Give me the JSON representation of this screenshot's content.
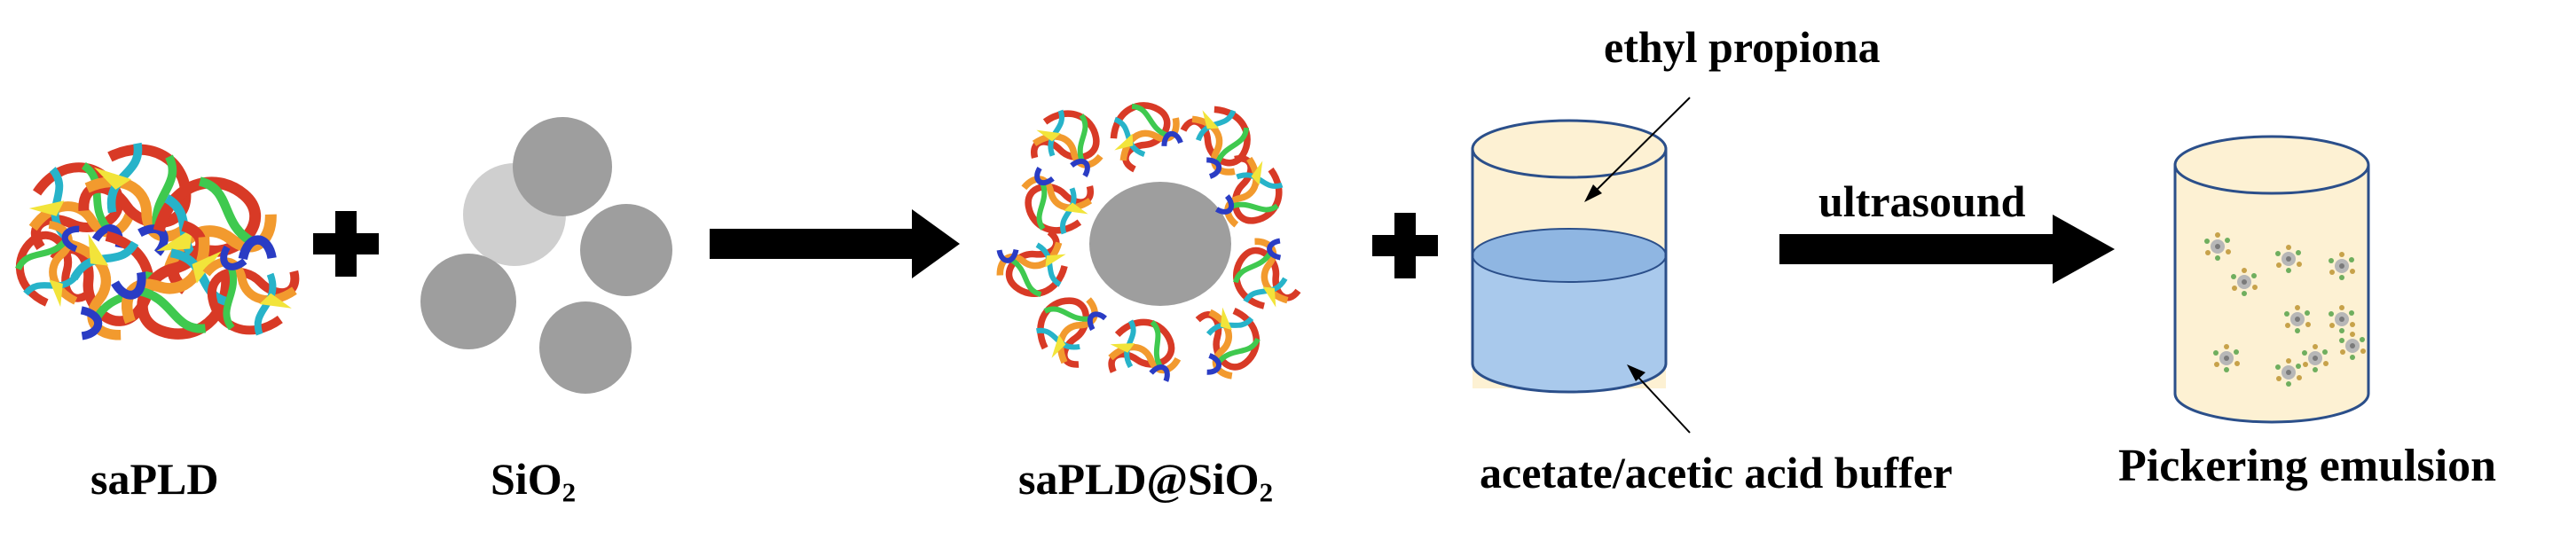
{
  "labels": {
    "sapld": "saPLD",
    "sio2_base": "SiO",
    "sio2_sub": "2",
    "complex_base": "saPLD@SiO",
    "complex_sub": "2",
    "oil": "ethyl propiona",
    "buffer": "acetate/acetic acid buffer",
    "process": "ultrasound",
    "product": "Pickering emulsion"
  },
  "colors": {
    "silica": "#9e9e9e",
    "silica_light": "#cfcfcf",
    "oil_phase": "#fdf1d3",
    "aqueous_phase": "#a9c9ec",
    "aqueous_top": "#8fb6e2",
    "arrow": "#000000",
    "protein_palette": [
      "#2a3cc4",
      "#27b3c9",
      "#3fc94f",
      "#f2e43a",
      "#f29a2e",
      "#d83a26"
    ]
  },
  "icons": {
    "protein": "protein-ribbon-icon",
    "plus": "plus-icon",
    "arrow": "right-arrow-icon",
    "beaker": "beaker-icon"
  }
}
